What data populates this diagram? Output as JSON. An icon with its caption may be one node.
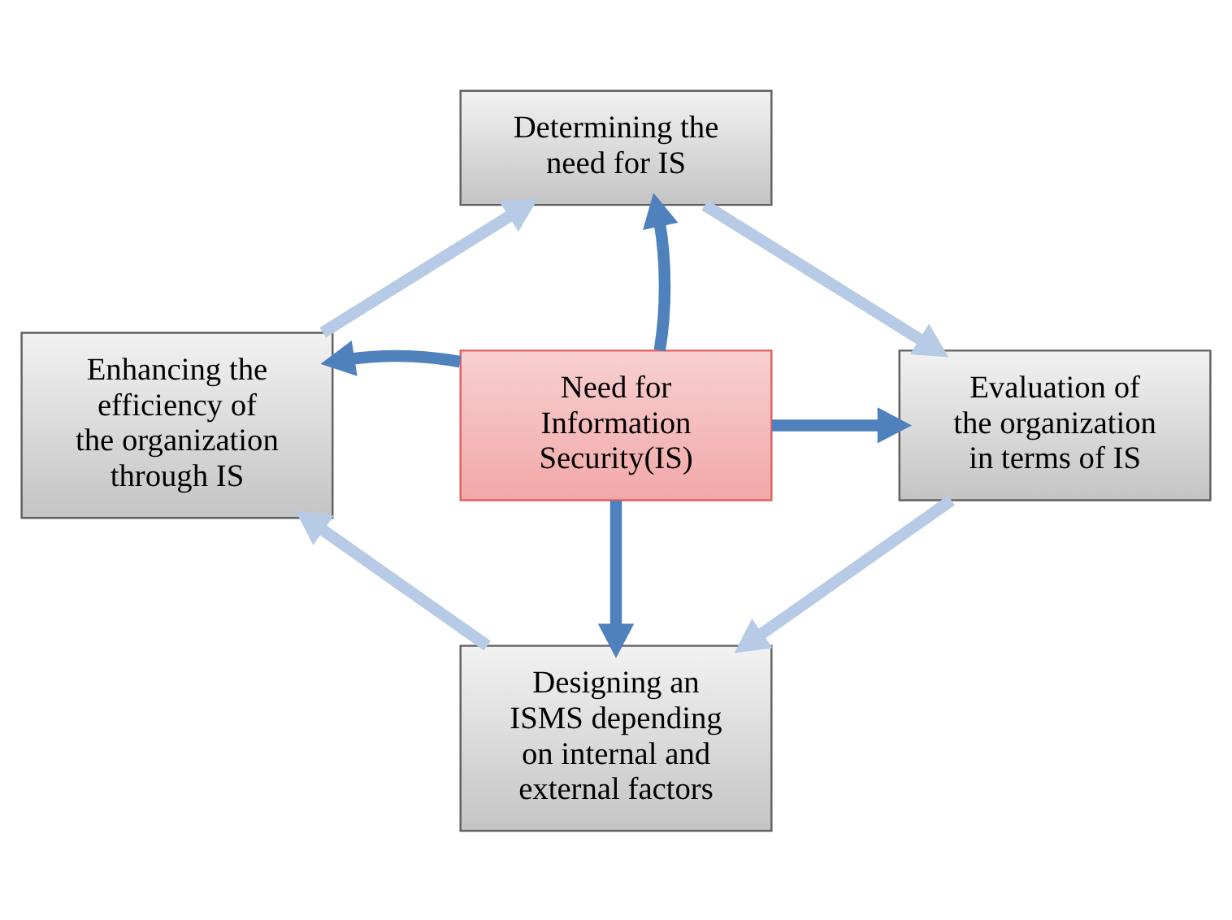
{
  "diagram": {
    "nodes": [
      {
        "text": [
          "Determining the need for IS"
        ]
      },
      {
        "text": [
          "Enhancing the efficiency of the organization through IS"
        ]
      },
      {
        "text": [
          "Need for Information Security(IS)"
        ]
      },
      {
        "text": [
          "Evaluation of the organization in terms of IS"
        ]
      },
      {
        "text": [
          "Designing an ISMS depending on internal and external factors"
        ]
      }
    ],
    "edges": [
      {
        "from": 0,
        "to": 3,
        "arrow": "to",
        "color": "#b8cbe6"
      },
      {
        "from": 3,
        "to": 4,
        "arrow": "to",
        "color": "#b8cbe6"
      },
      {
        "from": 4,
        "to": 1,
        "arrow": "to",
        "color": "#b8cbe6"
      },
      {
        "from": 1,
        "to": 0,
        "arrow": "to",
        "color": "#b8cbe6"
      },
      {
        "from": 2,
        "to": 0,
        "arrow": "to",
        "color": "#4f81bd"
      },
      {
        "from": 2,
        "to": 1,
        "arrow": "to",
        "color": "#4f81bd"
      },
      {
        "from": 2,
        "to": 3,
        "arrow": "to",
        "color": "#4f81bd"
      },
      {
        "from": 2,
        "to": 4,
        "arrow": "to",
        "color": "#4f81bd"
      }
    ]
  }
}
